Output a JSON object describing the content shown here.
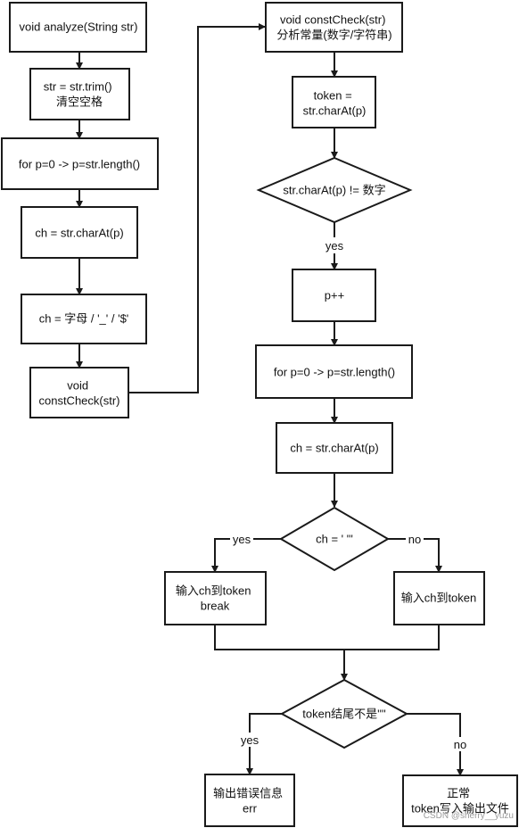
{
  "nodes": {
    "analyze": [
      "void analyze(String str)"
    ],
    "trim": [
      "str = str.trim()",
      "清空空格"
    ],
    "for1": [
      "for p=0 -> p=str.length()"
    ],
    "charat1": [
      "ch = str.charAt(p)"
    ],
    "check_letter": [
      "ch = 字母 / '_'  / '$'"
    ],
    "call_const": [
      "void",
      "constCheck(str)"
    ],
    "const_def": [
      "void constCheck(str)",
      "分析常量(数字/字符串)"
    ],
    "token_assign": [
      "token =",
      "str.charAt(p)"
    ],
    "not_digit": [
      "str.charAt(p) != 数字"
    ],
    "pplus": [
      "p++"
    ],
    "for2": [
      "for p=0 -> p=str.length()"
    ],
    "charat2": [
      "ch = str.charAt(p)"
    ],
    "ch_quote": [
      "ch = ' \"'"
    ],
    "input_break": [
      "输入ch到token",
      "break"
    ],
    "input_token": [
      "输入ch到token"
    ],
    "token_end": [
      "token结尾不是'\"'"
    ],
    "output_err": [
      "输出错误信息",
      "err"
    ],
    "normal": [
      "正常",
      "token写入输出文件"
    ]
  },
  "edge_labels": {
    "yes1": "yes",
    "yes2": "yes",
    "no2": "no",
    "yes3": "yes",
    "no3": "no"
  },
  "watermark": "CSDN @sherry__yuzu",
  "colors": {
    "stroke": "#1a1a1a",
    "fill": "#ffffff",
    "text": "#111111"
  }
}
